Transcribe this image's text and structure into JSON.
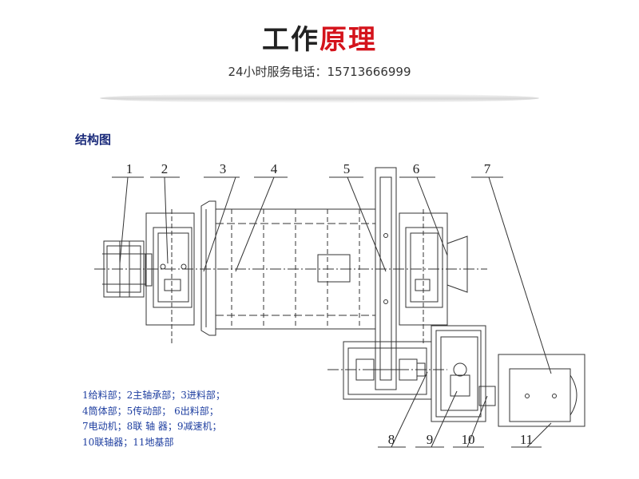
{
  "header": {
    "title_dark": "工作",
    "title_red": "原理",
    "hotline": "24小时服务电话：15713666999"
  },
  "section": {
    "title": "结构图"
  },
  "diagram": {
    "callouts": [
      "1",
      "2",
      "3",
      "4",
      "5",
      "6",
      "7",
      "8",
      "9",
      "10",
      "11"
    ]
  },
  "legend": {
    "lines": [
      "1给料部；2主轴承部；3进料部；",
      "4筒体部；5传动部；  6出料部；",
      "7电动机；8联 轴 器；9减速机；",
      "10联轴器；11地基部"
    ]
  },
  "colors": {
    "title_red": "#d4131b",
    "legend_blue": "#1f3fa0",
    "section_blue": "#1a2a7a"
  }
}
